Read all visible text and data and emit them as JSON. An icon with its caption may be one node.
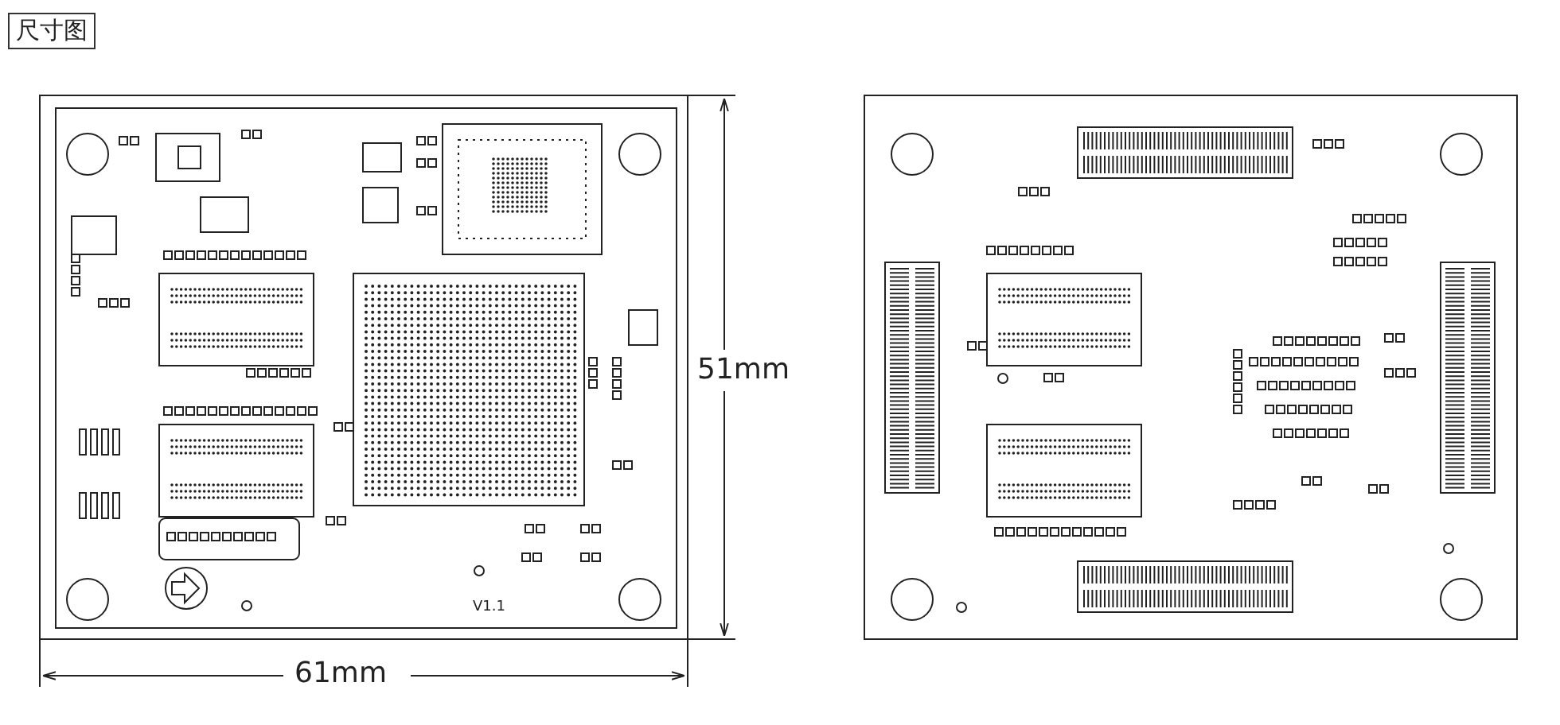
{
  "diagram": {
    "title": "尺寸图",
    "labels": [
      "51mm",
      "61mm",
      "V1.1"
    ]
  }
}
